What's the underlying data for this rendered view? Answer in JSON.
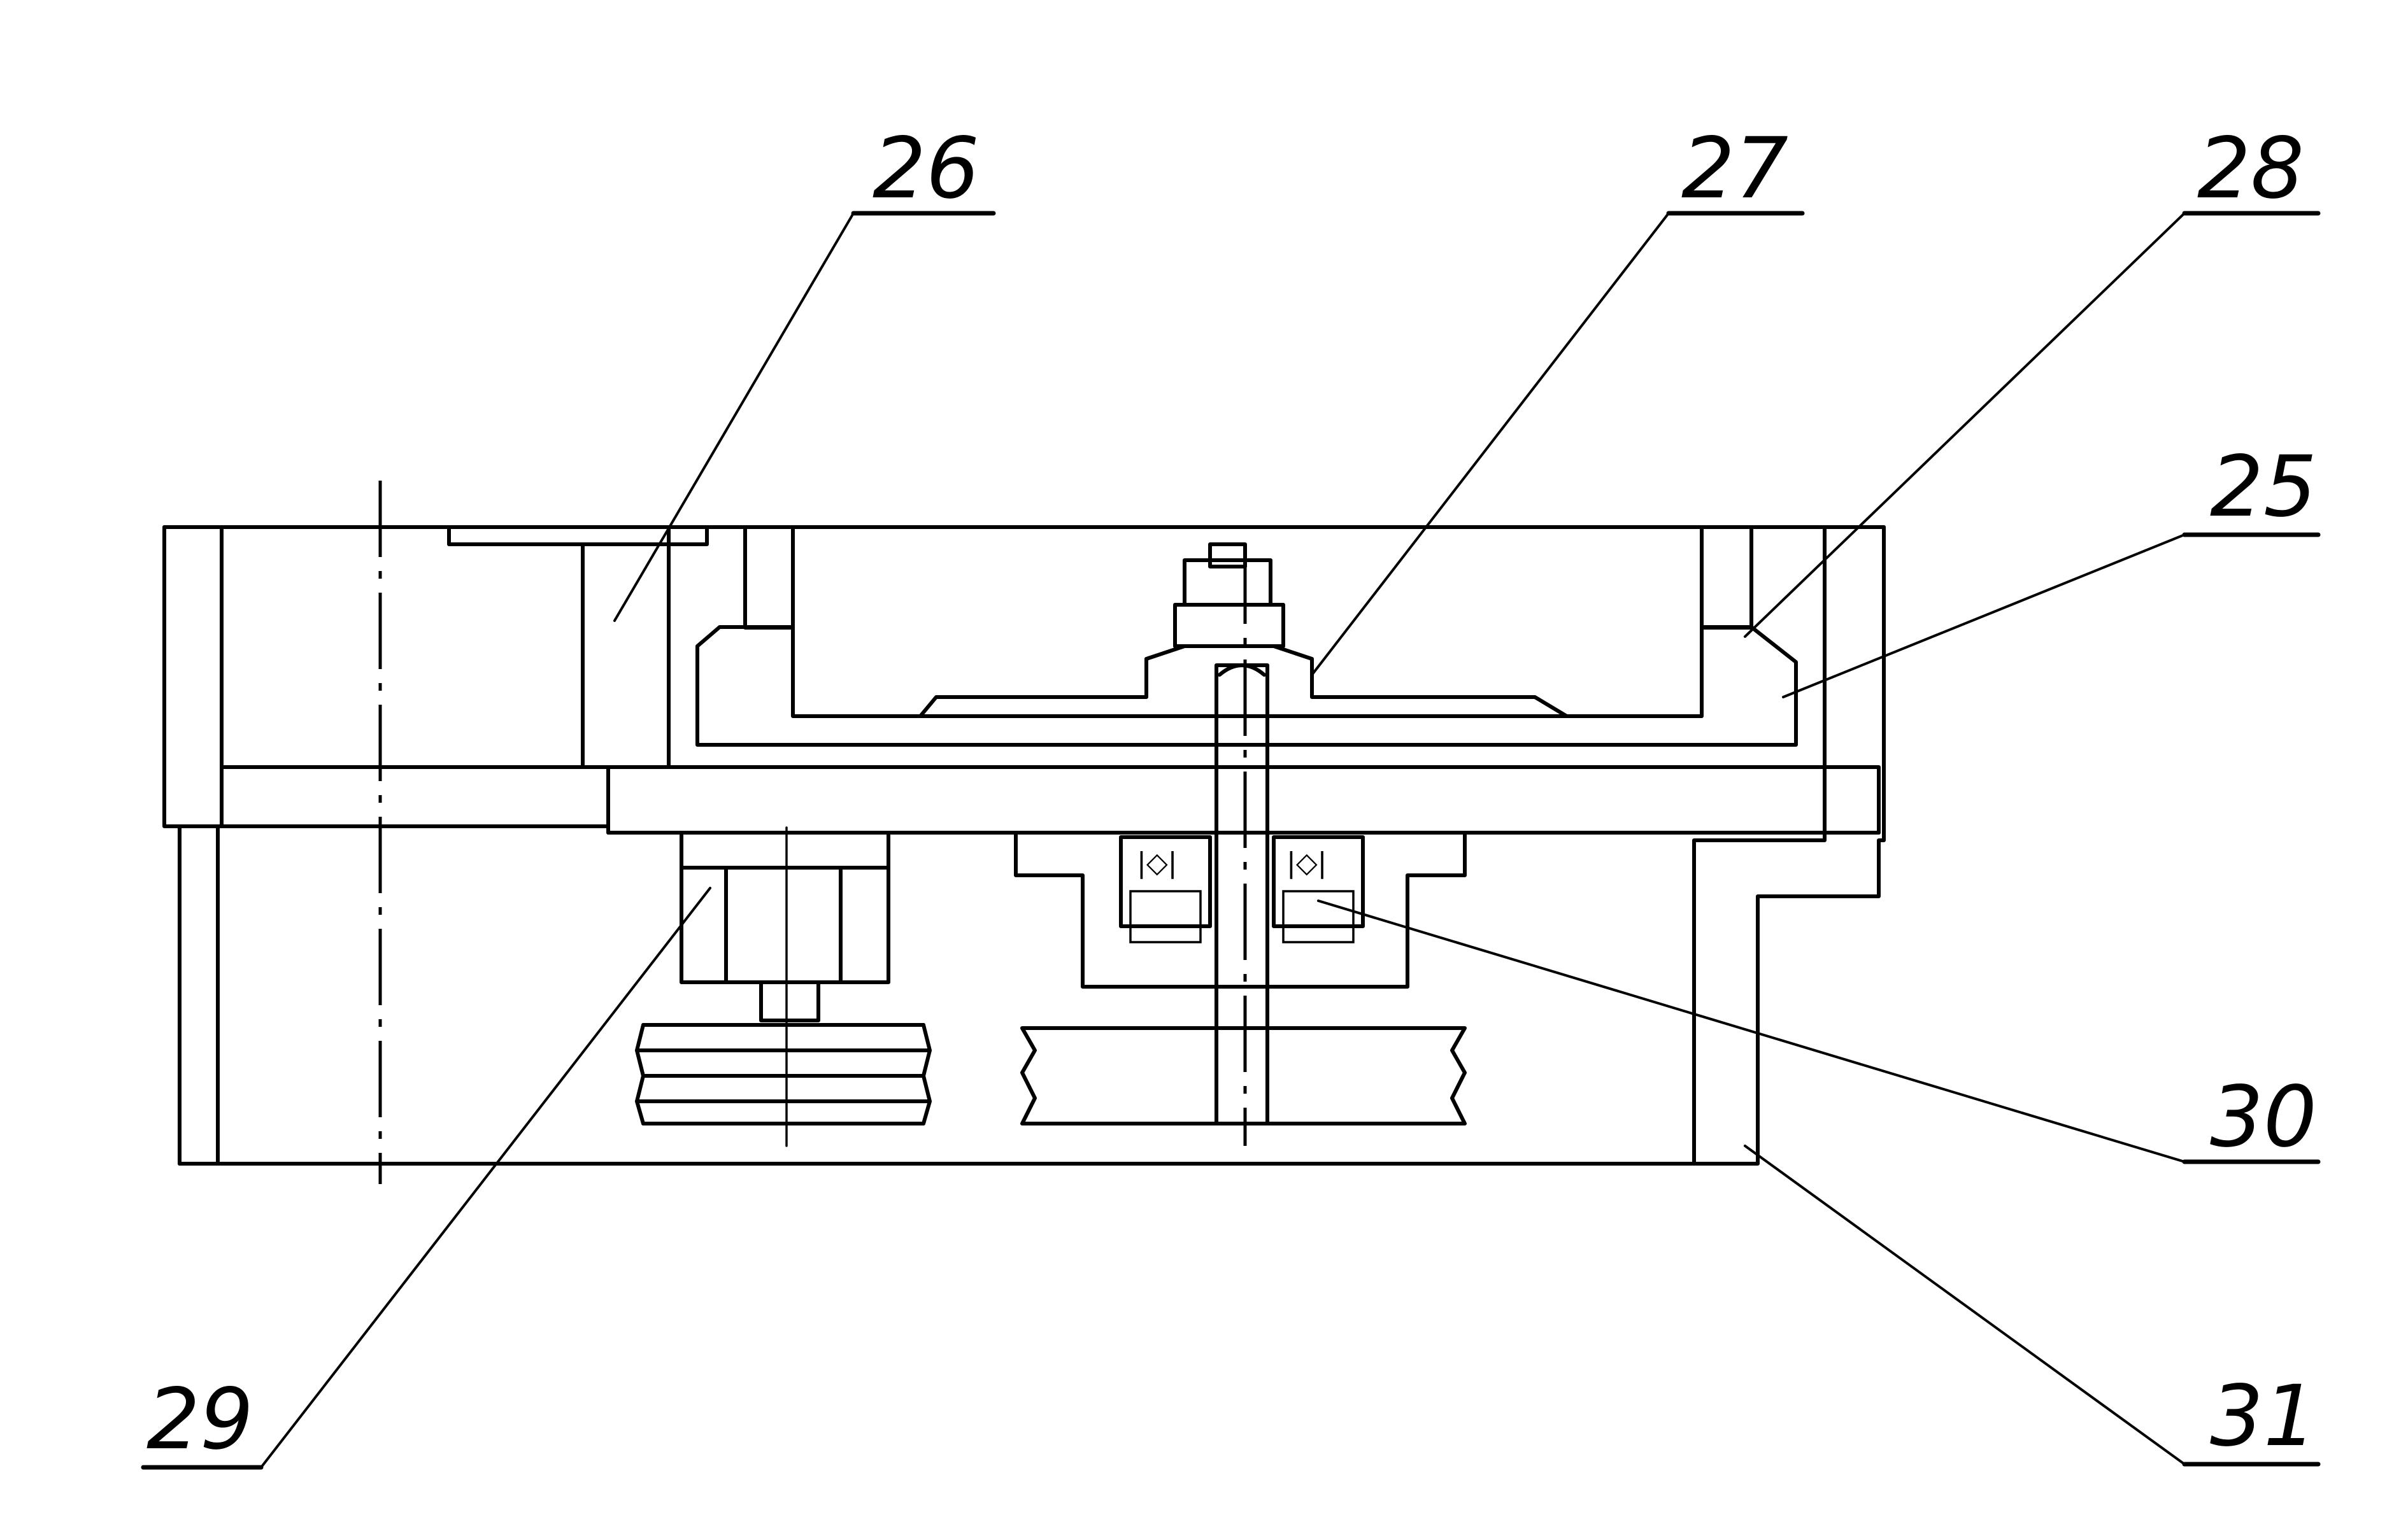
{
  "figure": {
    "callouts": [
      {
        "id": "p26",
        "label": "26"
      },
      {
        "id": "p27",
        "label": "27"
      },
      {
        "id": "p28",
        "label": "28"
      },
      {
        "id": "p25",
        "label": "25"
      },
      {
        "id": "p30",
        "label": "30"
      },
      {
        "id": "p29",
        "label": "29"
      },
      {
        "id": "p31",
        "label": "31"
      }
    ]
  },
  "colors": {
    "ink": "#000000",
    "paper": "#ffffff"
  }
}
